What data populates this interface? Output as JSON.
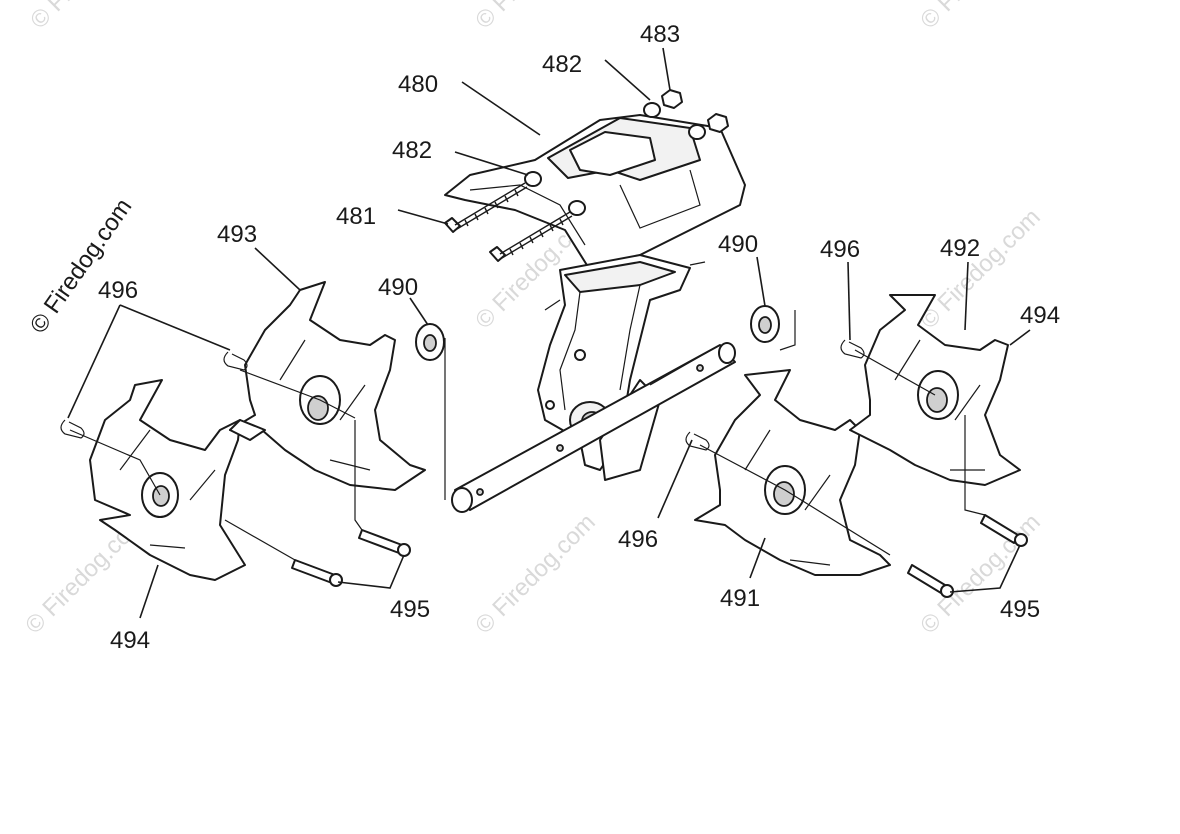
{
  "watermark": {
    "text": "© Firedog.com"
  },
  "callouts": {
    "c480": "480",
    "c481": "481",
    "c482_top": "482",
    "c482_mid": "482",
    "c483": "483",
    "c490_left": "490",
    "c490_right": "490",
    "c491": "491",
    "c492": "492",
    "c493": "493",
    "c494_left": "494",
    "c494_right": "494",
    "c495_left": "495",
    "c495_right": "495",
    "c496_left": "496",
    "c496_mid": "496",
    "c496_right": "496"
  }
}
